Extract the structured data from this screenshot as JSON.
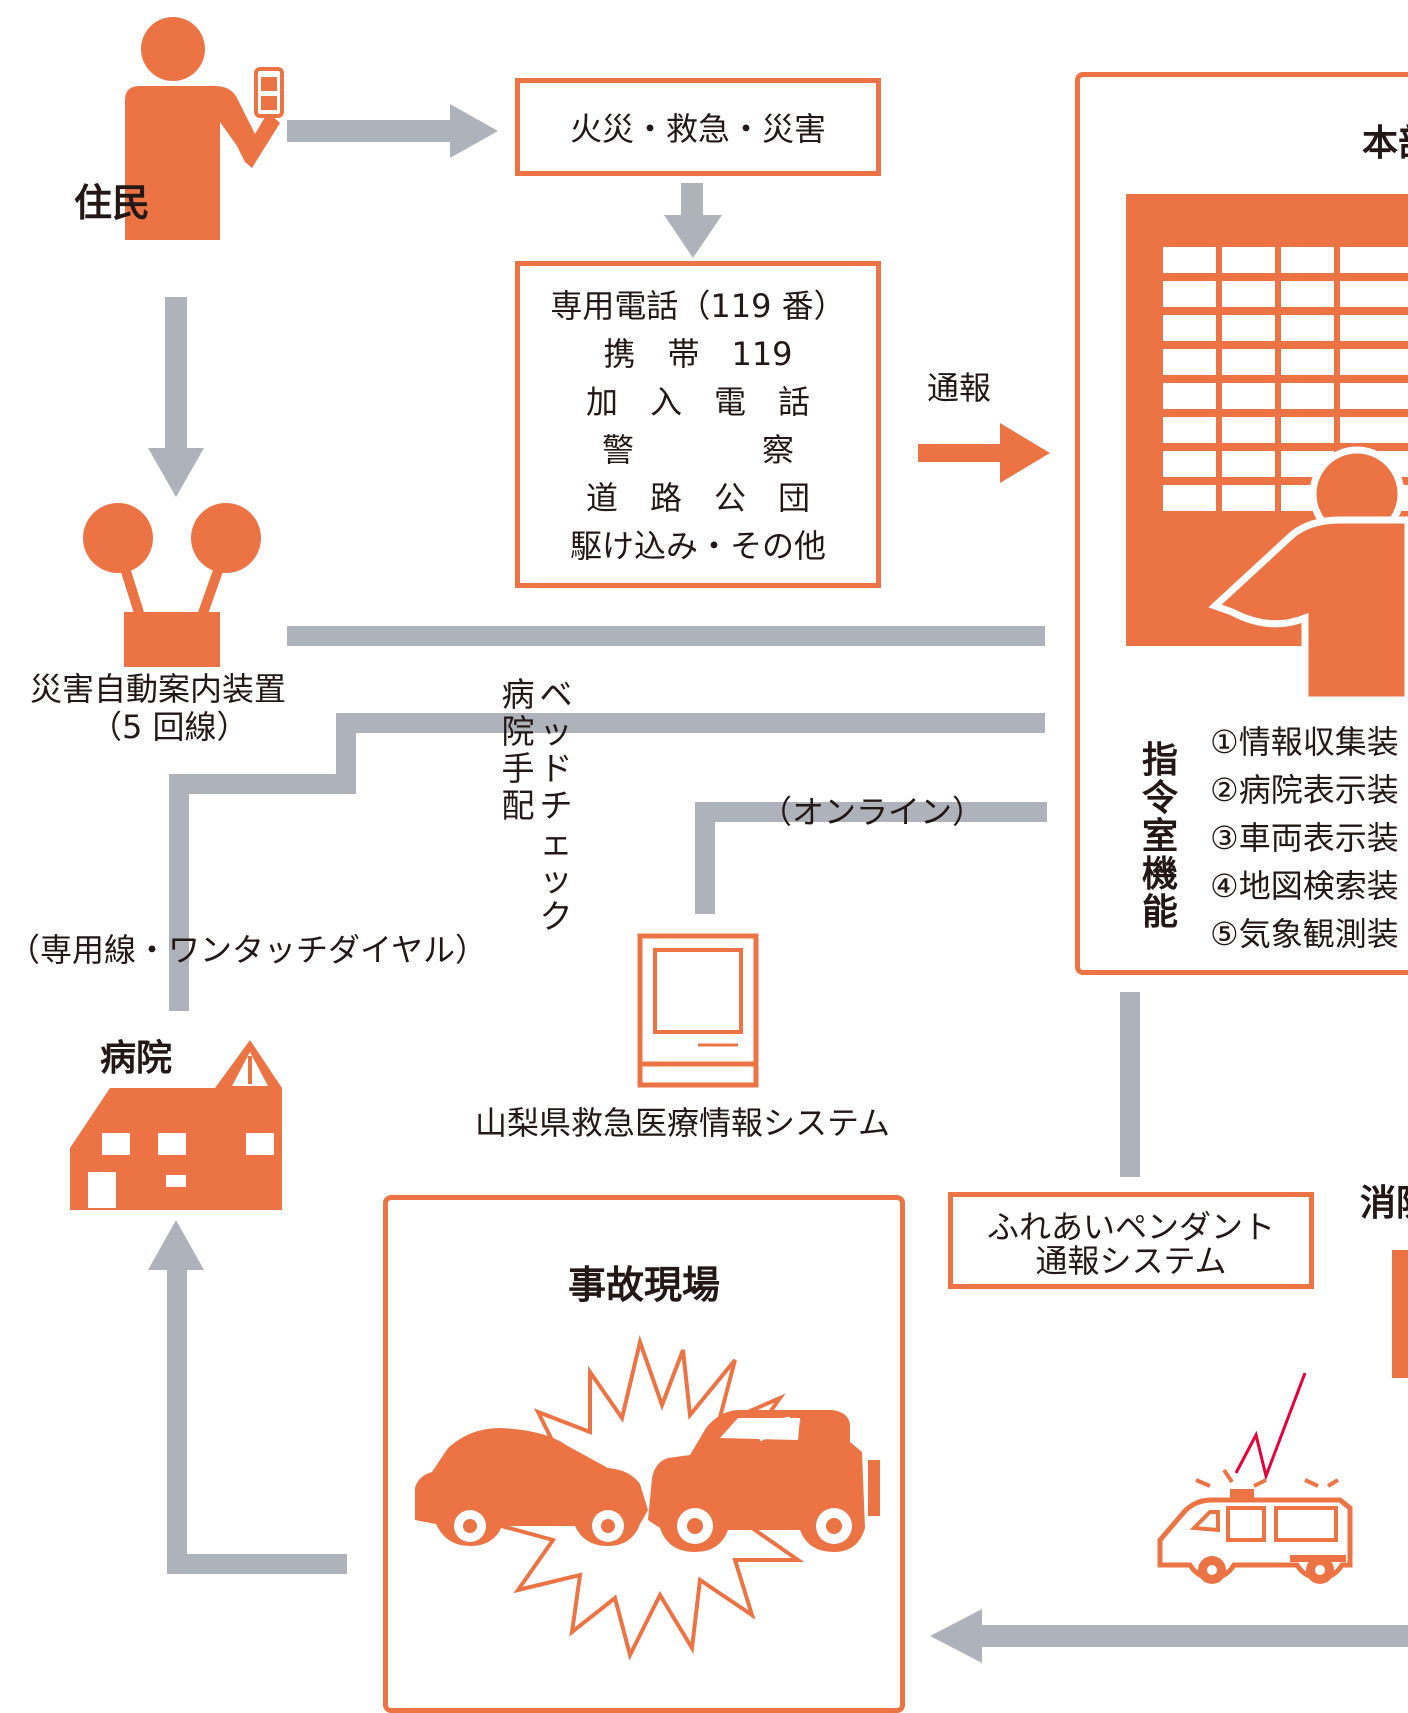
{
  "labels": {
    "resident": "住民",
    "emergency_types": "火災・救急・災害",
    "report_channels": [
      "専用電話（119 番）",
      "携　帯　119",
      "加　入　電　話",
      "警　　　　察",
      "道　路　公　団",
      "駆け込み・その他"
    ],
    "report": "通報",
    "auto_guide_device": "災害自動案内装置",
    "auto_guide_lines": "（5 回線）",
    "hospital_arrangement": [
      "病",
      "院",
      "手",
      "配"
    ],
    "bed_check": [
      "ベ",
      "ッ",
      "ド",
      "チ",
      "ェ",
      "ッ",
      "ク"
    ],
    "online": "（オンライン）",
    "dedicated_line": "（専用線・ワンタッチダイヤル）",
    "hospital": "病院",
    "medical_info_system": "山梨県救急医療情報システム",
    "accident_site": "事故現場",
    "pendant_system_line1": "ふれあいペンダント",
    "pendant_system_line2": "通報システム",
    "hq_partial": "本部",
    "dispatch_room_function": [
      "指",
      "令",
      "室",
      "機",
      "能"
    ],
    "dispatch_devices": [
      "①情報収集装",
      "②病院表示装",
      "③車両表示装",
      "④地図検索装",
      "⑤気象観測装"
    ],
    "fire_station_partial": "消防"
  },
  "colors": {
    "orange": "#ec7444",
    "gray": "#aeb2ba",
    "red_signal": "#e5003a",
    "text": "#231815"
  },
  "icons": [
    "person-with-phone-icon",
    "siren-device-icon",
    "hospital-building-icon",
    "computer-terminal-icon",
    "crashed-cars-icon",
    "ambulance-icon",
    "dispatcher-building-icon"
  ]
}
